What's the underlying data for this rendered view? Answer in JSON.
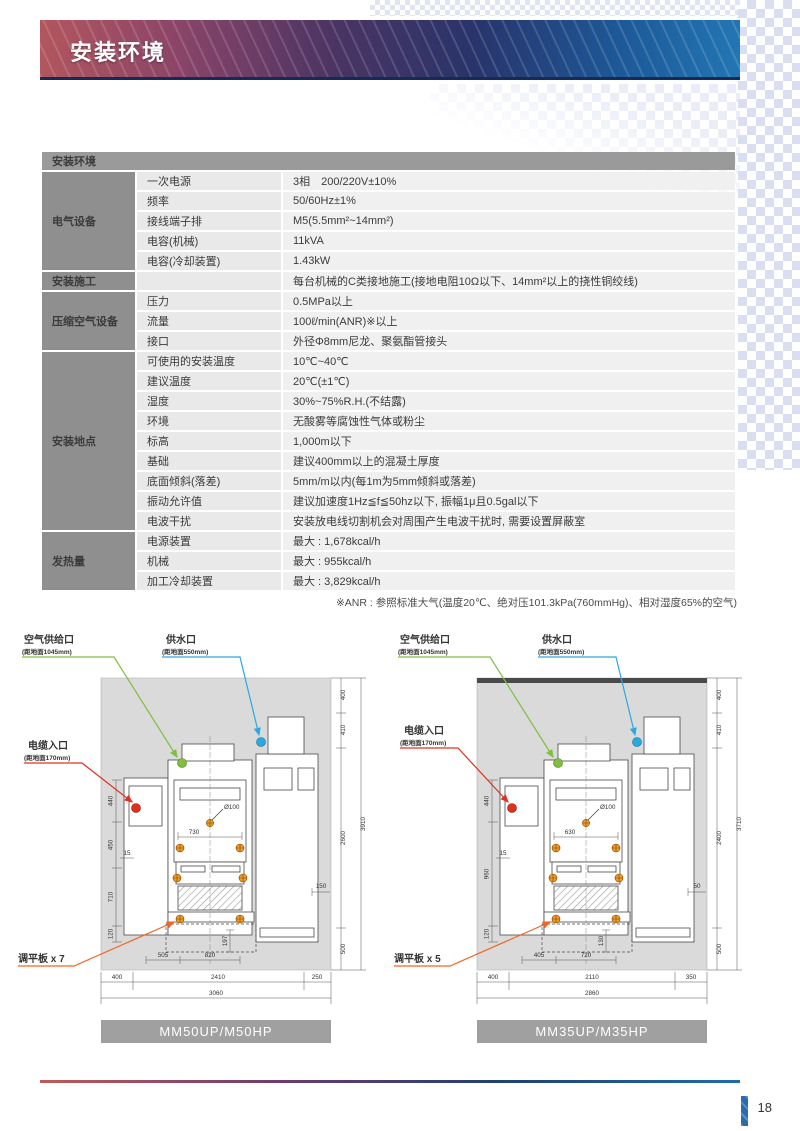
{
  "page": {
    "title": "安装环境",
    "page_number": "18"
  },
  "table": {
    "header": "安装环境",
    "groups": [
      {
        "category": "电气设备",
        "rows": [
          {
            "label": "一次电源",
            "value": "3相　200/220V±10%"
          },
          {
            "label": "频率",
            "value": "50/60Hz±1%"
          },
          {
            "label": "接线端子排",
            "value": "M5(5.5mm²~14mm²)"
          },
          {
            "label": "电容(机械)",
            "value": "11kVA"
          },
          {
            "label": "电容(冷却装置)",
            "value": "1.43kW"
          }
        ]
      },
      {
        "category": "安装施工",
        "rows": [
          {
            "label": "",
            "value": "每台机械的C类接地施工(接地电阻10Ω以下、14mm²以上的挠性铜绞线)"
          }
        ]
      },
      {
        "category": "压缩空气设备",
        "rows": [
          {
            "label": "压力",
            "value": "0.5MPa以上"
          },
          {
            "label": "流量",
            "value": "100ℓ/min(ANR)※以上"
          },
          {
            "label": "接口",
            "value": "外径Φ8mm尼龙、聚氨酯管接头"
          }
        ]
      },
      {
        "category": "安装地点",
        "rows": [
          {
            "label": "可使用的安装温度",
            "value": "10℃~40℃"
          },
          {
            "label": "建议温度",
            "value": "20℃(±1℃)"
          },
          {
            "label": "湿度",
            "value": "30%~75%R.H.(不结露)"
          },
          {
            "label": "环境",
            "value": "无酸雾等腐蚀性气体或粉尘"
          },
          {
            "label": "标高",
            "value": "1,000m以下"
          },
          {
            "label": "基础",
            "value": "建议400mm以上的混凝土厚度"
          },
          {
            "label": "底面倾斜(落差)",
            "value": "5mm/m以内(每1m为5mm倾斜或落差)"
          },
          {
            "label": "振动允许值",
            "value": "建议加速度1Hz≦f≦50hz以下, 振幅1μ且0.5gal以下"
          },
          {
            "label": "电波干扰",
            "value": "安装放电线切割机会对周围产生电波干扰时, 需要设置屏蔽室"
          }
        ]
      },
      {
        "category": "发热量",
        "rows": [
          {
            "label": "电源装置",
            "value": "最大 : 1,678kcal/h"
          },
          {
            "label": "机械",
            "value": "最大 : 955kcal/h"
          },
          {
            "label": "加工冷却装置",
            "value": "最大 : 3,829kcal/h"
          }
        ]
      }
    ],
    "footnote": "※ANR : 参照标准大气(温度20℃、绝对压101.3kPa(760mmHg)、相对湿度65%的空气)"
  },
  "colors": {
    "air_green": "#7fbf3f",
    "water_blue": "#2aa9e0",
    "cable_red": "#e0301e",
    "leveling_orange": "#f59a23"
  },
  "diagrams": [
    {
      "model": "MM50UP/M50HP",
      "air_label": "空气供给口",
      "air_sub": "(距地面1045mm)",
      "water_label": "供水口",
      "water_sub": "(距地面550mm)",
      "cable_label": "电缆入口",
      "cable_sub": "(距地面170mm)",
      "leveling_label": "调平板 x 7",
      "spindle": "Ø100",
      "dims": {
        "right": [
          "400",
          "410",
          "2600",
          "500"
        ],
        "right_total": "3910",
        "right_inner": "150",
        "left": [
          "440",
          "450",
          "710",
          "120"
        ],
        "left_offset": "15",
        "table_width": "730",
        "foot_left": "505",
        "foot_center": "820",
        "foot_depth": "197",
        "bottom": [
          "400",
          "2410",
          "250"
        ],
        "bottom_total": "3060"
      }
    },
    {
      "model": "MM35UP/M35HP",
      "air_label": "空气供给口",
      "air_sub": "(距地面1045mm)",
      "water_label": "供水口",
      "water_sub": "(距地面550mm)",
      "cable_label": "电缆入口",
      "cable_sub": "(距地面170mm)",
      "leveling_label": "调平板 x 5",
      "spindle": "Ø100",
      "dims": {
        "right": [
          "400",
          "410",
          "2400",
          "500"
        ],
        "right_total": "3710",
        "right_inner": "50",
        "left": [
          "440",
          "960",
          "120"
        ],
        "left_offset": "15",
        "table_width": "630",
        "foot_left": "405",
        "foot_center": "720",
        "foot_depth": "130",
        "bottom": [
          "400",
          "2110",
          "350"
        ],
        "bottom_total": "2860"
      }
    }
  ]
}
